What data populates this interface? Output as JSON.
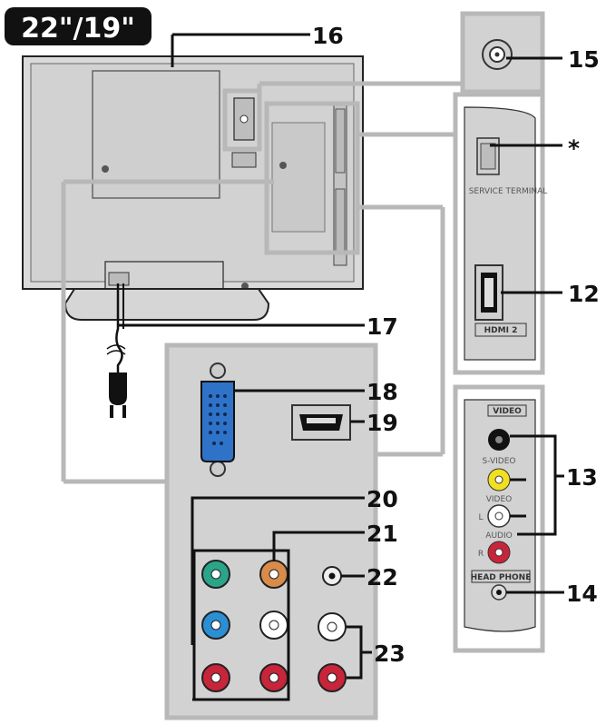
{
  "model_badge": "22\"/19\"",
  "callouts": {
    "c12": "12",
    "c13": "13",
    "c14": "14",
    "c15": "15",
    "c16": "16",
    "c17": "17",
    "c18": "18",
    "c19": "19",
    "c20": "20",
    "c21": "21",
    "c22": "22",
    "c23": "23",
    "star": "*"
  },
  "side_panel_labels": {
    "service_terminal": "SERVICE TERMINAL",
    "hdmi2": "HDMI 2",
    "video_header": "VIDEO",
    "s_video": "S-VIDEO",
    "video": "VIDEO",
    "audio": "AUDIO",
    "audio_l": "L",
    "audio_r": "R",
    "headphone": "HEAD PHONE"
  },
  "colors": {
    "panel_gray": "#d2d2d2",
    "frame_gray": "#b9b9b9",
    "tv_body": "#d9d9d9",
    "vga_blue": "#2f73c8",
    "green_jack": "#2aa58a",
    "blue_jack": "#2b8fd6",
    "red_jack": "#c8253a",
    "orange_jack": "#d98b4a",
    "yellow_jack": "#f0e020"
  }
}
